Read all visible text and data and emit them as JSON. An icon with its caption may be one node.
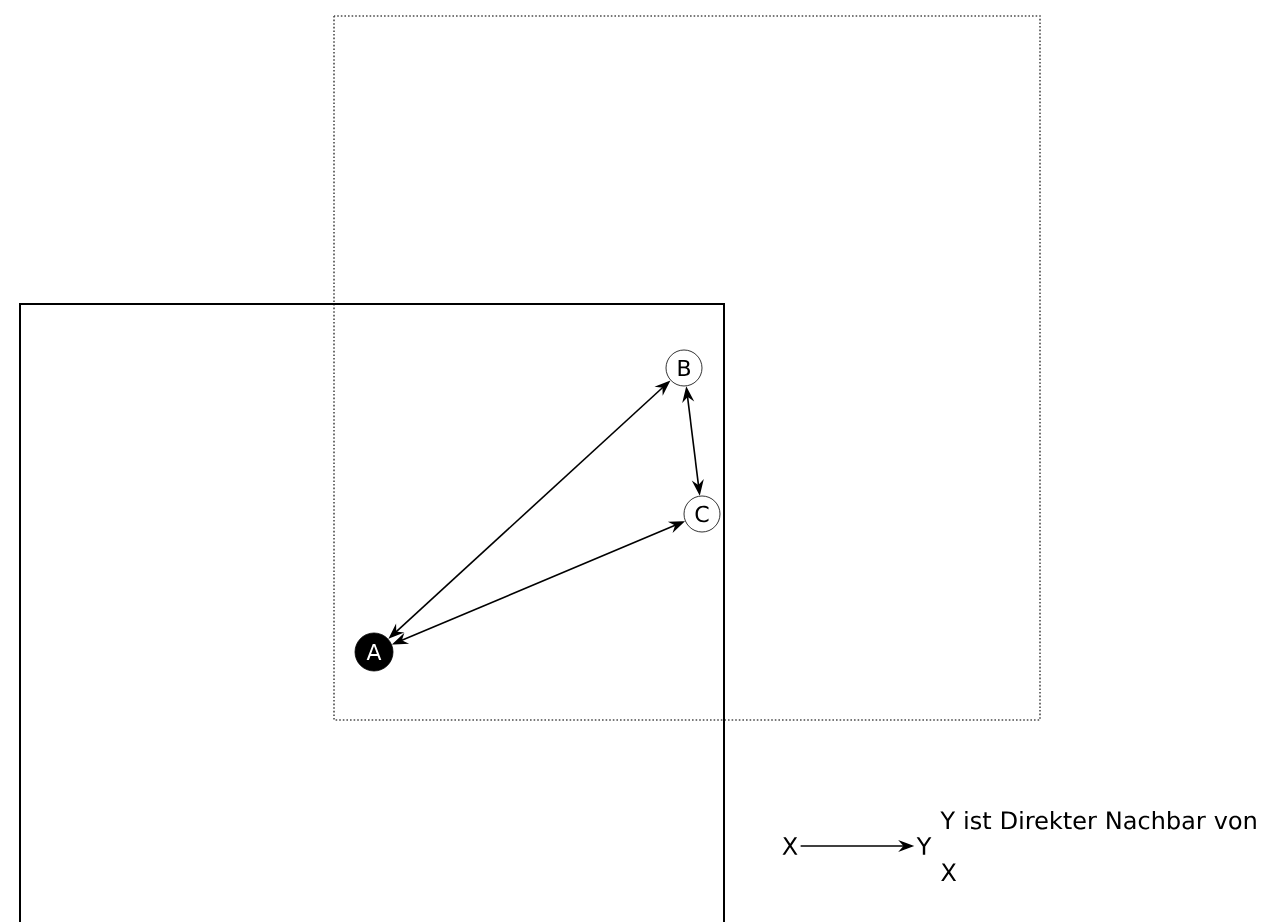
{
  "diagram": {
    "nodes": [
      {
        "text": [
          "A"
        ]
      },
      {
        "text": [
          "B"
        ]
      },
      {
        "text": [
          "C"
        ]
      },
      {
        "text": [
          "X"
        ]
      },
      {
        "text": [
          "Y"
        ]
      }
    ],
    "edges": [
      {
        "from": 0,
        "to": 1,
        "arrow": "both"
      },
      {
        "from": 0,
        "to": 2,
        "arrow": "both"
      },
      {
        "from": 1,
        "to": 2,
        "arrow": "both"
      },
      {
        "from": 3,
        "to": 4,
        "arrow": "to"
      }
    ],
    "labels": [
      "Y ist Direkter Nachbar von X"
    ]
  }
}
